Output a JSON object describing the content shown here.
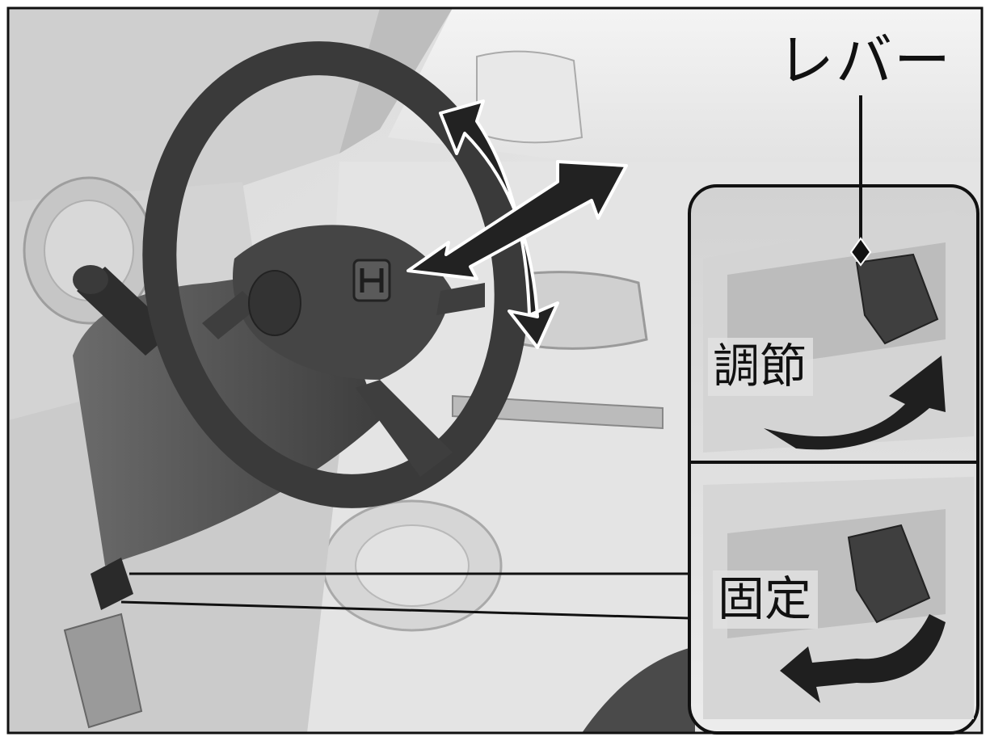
{
  "callouts": {
    "lever": "レバー",
    "adjust": "調節",
    "lock": "固定"
  },
  "colors": {
    "frame": "#111111",
    "interior_light": "#e6e6e6",
    "interior_mid": "#c9c9c9",
    "interior_dark": "#555555",
    "wheel": "#3a3a3a",
    "arrow": "#222222"
  },
  "icons": {
    "direction_arrows": "four-way-adjust-arrows",
    "release_arrow": "curved-up-arrow",
    "lock_arrow": "curved-down-arrow"
  }
}
